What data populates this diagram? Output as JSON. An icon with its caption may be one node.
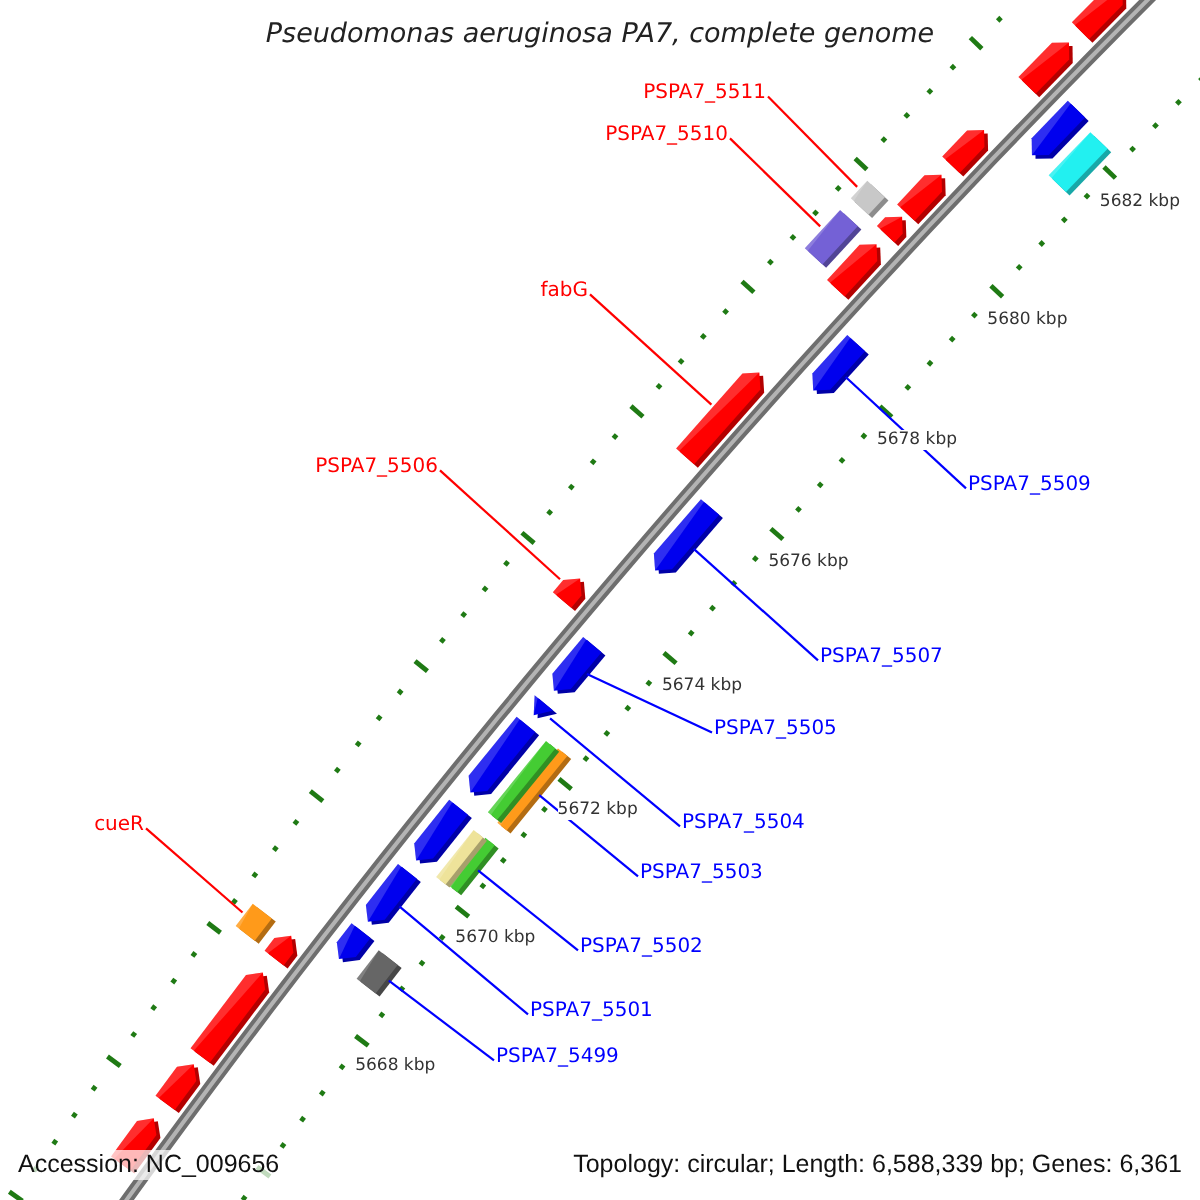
{
  "diagram": {
    "title": "Pseudomonas aeruginosa PA7, complete genome",
    "nodes": [
      {
        "text": [
          "PSPA7_5511"
        ]
      },
      {
        "text": [
          "PSPA7_5510"
        ]
      },
      {
        "text": [
          "fabG"
        ]
      },
      {
        "text": [
          "PSPA7_5506"
        ]
      },
      {
        "text": [
          "cueR"
        ]
      },
      {
        "text": [
          "PSPA7_5509"
        ]
      },
      {
        "text": [
          "PSPA7_5507"
        ]
      },
      {
        "text": [
          "PSPA7_5505"
        ]
      },
      {
        "text": [
          "PSPA7_5504"
        ]
      },
      {
        "text": [
          "PSPA7_5503"
        ]
      },
      {
        "text": [
          "PSPA7_5502"
        ]
      },
      {
        "text": [
          "PSPA7_5501"
        ]
      },
      {
        "text": [
          "PSPA7_5499"
        ]
      },
      {
        "text": [],
        "shape": "box"
      },
      {
        "text": [],
        "shape": "box"
      },
      {
        "text": [],
        "shape": "arrow"
      },
      {
        "text": [],
        "shape": "arrow"
      },
      {
        "text": [],
        "shape": "box"
      },
      {
        "text": [],
        "shape": "arrow"
      },
      {
        "text": [],
        "shape": "arrow"
      },
      {
        "text": [],
        "shape": "arrow"
      },
      {
        "text": [],
        "shape": "triangle"
      },
      {
        "text": [],
        "shape": "box"
      },
      {
        "text": [],
        "shape": "box"
      },
      {
        "text": [],
        "shape": "arrow"
      },
      {
        "text": [],
        "shape": "box"
      },
      {
        "text": [],
        "shape": "arrow"
      },
      {
        "text": [],
        "shape": "arrow"
      },
      {
        "text": [],
        "shape": "arrow"
      },
      {
        "text": [],
        "shape": "arrow"
      },
      {
        "text": [],
        "shape": "box"
      },
      {
        "text": [],
        "shape": "arrow"
      },
      {
        "text": [],
        "shape": "arrow"
      },
      {
        "text": [],
        "shape": "arrow"
      },
      {
        "text": [],
        "shape": "arrow"
      },
      {
        "text": [],
        "shape": "box"
      },
      {
        "text": [],
        "shape": "arrow"
      },
      {
        "text": [],
        "shape": "box"
      },
      {
        "text": [],
        "shape": "arrow"
      },
      {
        "text": [],
        "shape": "arrow"
      },
      {
        "text": [],
        "shape": "arrow"
      },
      {
        "text": [],
        "shape": "arrow"
      },
      {
        "text": [],
        "shape": "arrow"
      }
    ],
    "edges": [
      {
        "from": 0,
        "to": 13,
        "arrow": "none",
        "color": "#ff0000"
      },
      {
        "from": 1,
        "to": 14,
        "arrow": "none",
        "color": "#ff0000"
      },
      {
        "from": 2,
        "to": 15,
        "arrow": "none",
        "color": "#ff0000"
      },
      {
        "from": 3,
        "to": 16,
        "arrow": "none",
        "color": "#ff0000"
      },
      {
        "from": 4,
        "to": 17,
        "arrow": "none",
        "color": "#ff0000"
      },
      {
        "from": 5,
        "to": 18,
        "arrow": "none"
      },
      {
        "from": 6,
        "to": 19,
        "arrow": "none"
      },
      {
        "from": 7,
        "to": 20,
        "arrow": "none"
      },
      {
        "from": 8,
        "to": 21,
        "arrow": "none"
      },
      {
        "from": 9,
        "to": 22,
        "arrow": "none"
      },
      {
        "from": 10,
        "to": 23,
        "arrow": "none"
      },
      {
        "from": 11,
        "to": 24,
        "arrow": "none"
      },
      {
        "from": 12,
        "to": 25,
        "arrow": "none"
      }
    ],
    "labels": [
      "5682 kbp",
      "5680 kbp",
      "5678 kbp",
      "5676 kbp",
      "5674 kbp",
      "5672 kbp",
      "5670 kbp",
      "5668 kbp",
      "Accession: NC_009656",
      "Topology: circular; Length: 6,588,339 bp; Genes: 6,361"
    ]
  }
}
